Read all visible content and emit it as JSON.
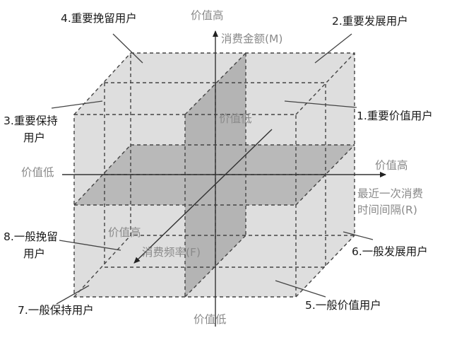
{
  "diagram": {
    "title": "RFM user segmentation cube",
    "colors": {
      "cube_fill": "#dedede",
      "plane_fill": "#b9b9b9",
      "dash_line": "#444444",
      "axis_line": "#333333",
      "segment_text": "#1a1a1a",
      "axis_text": "#8a8a8a"
    },
    "axes": {
      "m": {
        "name": "消费金额(M)",
        "high": "价值高",
        "low": "价值低"
      },
      "r": {
        "name_line1": "最近一次消费",
        "name_line2": "时间间隔(R)",
        "high": "价值高",
        "low": "价值低"
      },
      "f": {
        "name": "消费频率(F)",
        "high": "价值高",
        "low": "价值低"
      }
    },
    "segments": [
      {
        "id": 1,
        "label": "1.重要价值用户"
      },
      {
        "id": 2,
        "label": "2.重要发展用户"
      },
      {
        "id": 3,
        "label_line1": "3.重要保持",
        "label_line2": "用户"
      },
      {
        "id": 4,
        "label": "4.重要挽留用户"
      },
      {
        "id": 5,
        "label": "5.一般价值用户"
      },
      {
        "id": 6,
        "label": "6.一般发展用户"
      },
      {
        "id": 7,
        "label": "7.一般保持用户"
      },
      {
        "id": 8,
        "label_line1": "8.一般挽留",
        "label_line2": "用户"
      }
    ]
  }
}
